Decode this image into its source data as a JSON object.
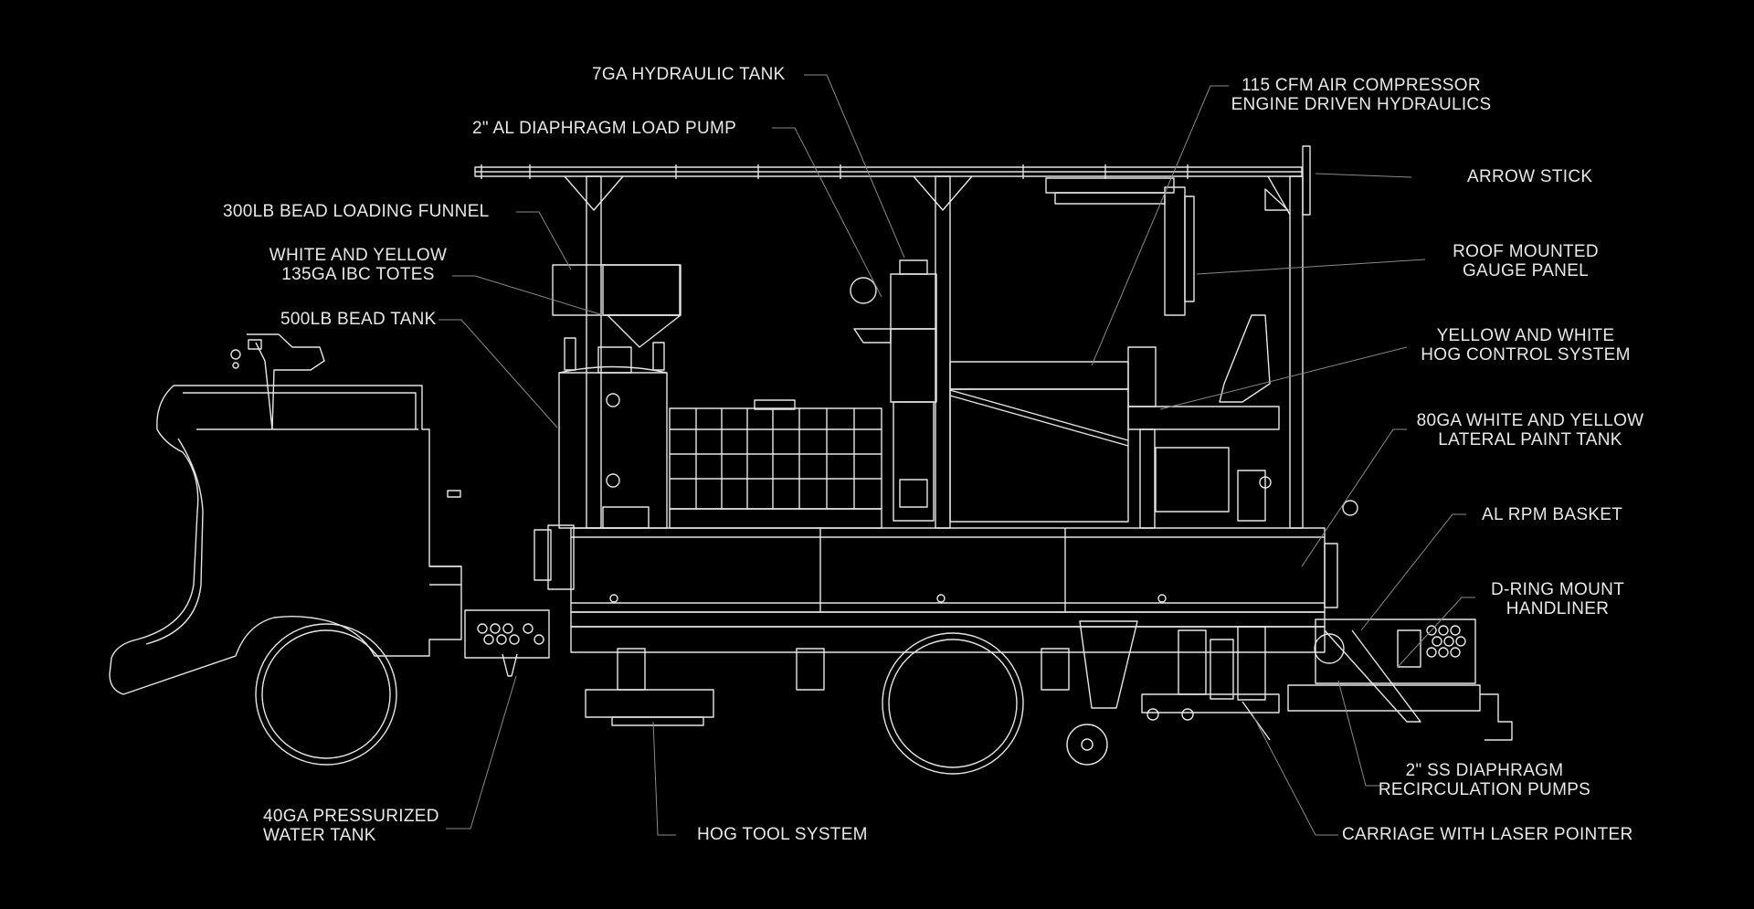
{
  "labels": {
    "hydraulic_tank": "7GA HYDRAULIC TANK",
    "load_pump": "2\" AL DIAPHRAGM LOAD PUMP",
    "bead_funnel": "300LB BEAD LOADING FUNNEL",
    "ibc_totes_1": "WHITE AND YELLOW",
    "ibc_totes_2": "135GA IBC TOTES",
    "bead_tank": "500LB BEAD TANK",
    "air_compressor_1": "115 CFM AIR COMPRESSOR",
    "air_compressor_2": "ENGINE DRIVEN HYDRAULICS",
    "arrow_stick": "ARROW STICK",
    "gauge_panel_1": "ROOF MOUNTED",
    "gauge_panel_2": "GAUGE PANEL",
    "hog_control_1": "YELLOW AND WHITE",
    "hog_control_2": "HOG CONTROL SYSTEM",
    "paint_tank_1": "80GA WHITE AND YELLOW",
    "paint_tank_2": "LATERAL PAINT TANK",
    "rpm_basket": "AL RPM BASKET",
    "handliner_1": "D-RING MOUNT",
    "handliner_2": "HANDLINER",
    "recirc_pumps_1": "2\" SS DIAPHRAGM",
    "recirc_pumps_2": "RECIRCULATION PUMPS",
    "carriage": "CARRIAGE WITH LASER POINTER",
    "hog_tool": "HOG TOOL SYSTEM",
    "water_tank_1": "40GA PRESSURIZED",
    "water_tank_2": "WATER TANK"
  },
  "colors": {
    "background": "#000000",
    "line": "#e6e6e6",
    "leader": "#8a8a8a"
  }
}
